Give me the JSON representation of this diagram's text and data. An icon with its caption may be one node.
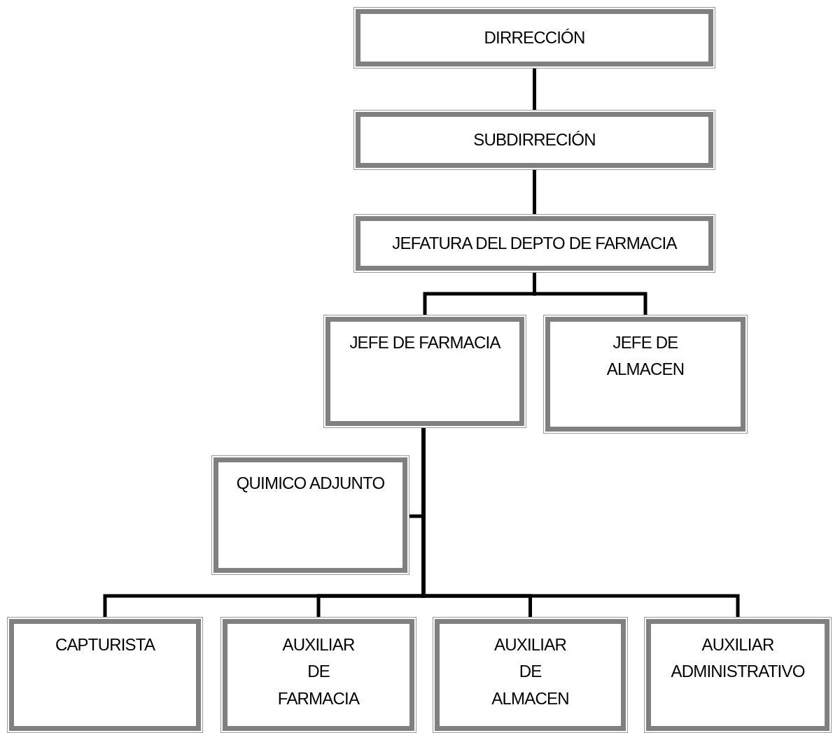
{
  "diagram": {
    "nodes": [
      {
        "text": [
          "DIRRECCIÓN"
        ]
      },
      {
        "text": [
          "SUBDIRRECIÓN"
        ]
      },
      {
        "text": [
          "JEFATURA DEL DEPTO DE FARMACIA"
        ]
      },
      {
        "text": [
          "JEFE DE FARMACIA"
        ]
      },
      {
        "text": [
          "JEFE DE ALMACEN"
        ]
      },
      {
        "text": [
          "QUIMICO ADJUNTO"
        ]
      },
      {
        "text": [
          "CAPTURISTA"
        ]
      },
      {
        "text": [
          "AUXILIAR DE FARMACIA"
        ]
      },
      {
        "text": [
          "AUXILIAR DE ALMACEN"
        ]
      },
      {
        "text": [
          "AUXILIAR ADMINISTRATIVO"
        ]
      }
    ],
    "edges": [
      {
        "from": 0,
        "to": 1,
        "arrow": "none"
      },
      {
        "from": 1,
        "to": 2,
        "arrow": "none"
      },
      {
        "from": 2,
        "to": 3,
        "arrow": "none"
      },
      {
        "from": 2,
        "to": 4,
        "arrow": "none"
      },
      {
        "from": 3,
        "to": 5,
        "arrow": "none"
      },
      {
        "from": 3,
        "to": 6,
        "arrow": "none"
      },
      {
        "from": 3,
        "to": 7,
        "arrow": "none"
      },
      {
        "from": 3,
        "to": 8,
        "arrow": "none"
      },
      {
        "from": 3,
        "to": 9,
        "arrow": "none"
      }
    ]
  }
}
